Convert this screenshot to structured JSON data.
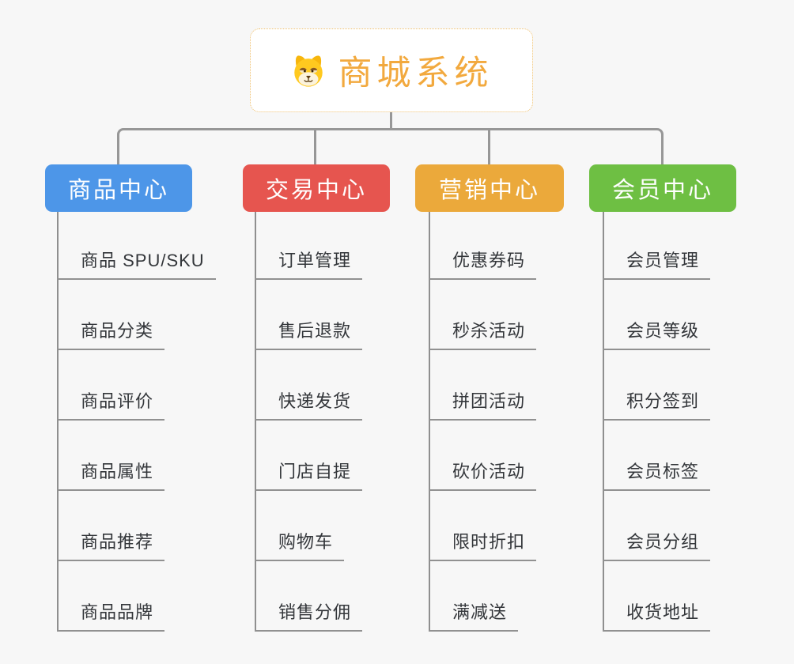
{
  "canvas": {
    "background": "#F7F7F7",
    "connector_color": "#979797"
  },
  "root": {
    "title": "商城系统",
    "icon": "dog-icon",
    "text_color": "#F2A93E",
    "border_color": "#EFC06F"
  },
  "branches": [
    {
      "id": "product",
      "label": "商品中心",
      "color": "#4D96E8",
      "children": [
        "商品 SPU/SKU",
        "商品分类",
        "商品评价",
        "商品属性",
        "商品推荐",
        "商品品牌"
      ]
    },
    {
      "id": "trade",
      "label": "交易中心",
      "color": "#E6554F",
      "children": [
        "订单管理",
        "售后退款",
        "快递发货",
        "门店自提",
        "购物车",
        "销售分佣"
      ]
    },
    {
      "id": "marketing",
      "label": "营销中心",
      "color": "#EBA93B",
      "children": [
        "优惠券码",
        "秒杀活动",
        "拼团活动",
        "砍价活动",
        "限时折扣",
        "满减送"
      ]
    },
    {
      "id": "member",
      "label": "会员中心",
      "color": "#6EBF43",
      "children": [
        "会员管理",
        "会员等级",
        "积分签到",
        "会员标签",
        "会员分组",
        "收货地址"
      ]
    }
  ]
}
